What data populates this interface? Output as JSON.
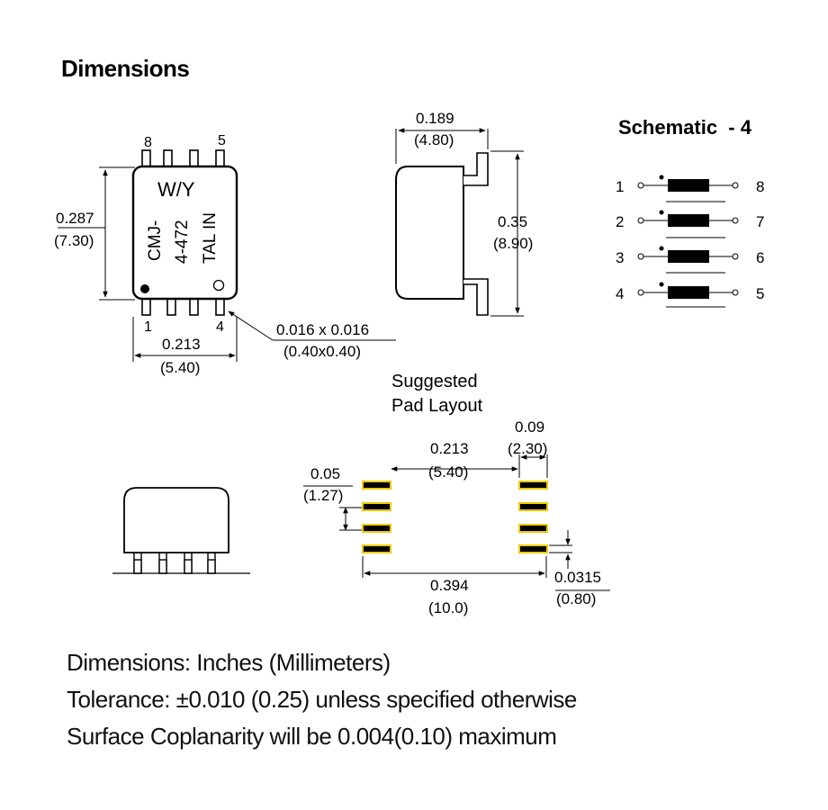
{
  "title": "Dimensions",
  "top_view": {
    "pin_top_left": "8",
    "pin_top_right": "5",
    "pin_bottom_left": "1",
    "pin_bottom_right": "4",
    "logo": "W/Y",
    "marking_lines": [
      "CMJ-",
      "4-472",
      "TAL IN"
    ],
    "height_in": "0.287",
    "height_mm": "(7.30)",
    "width_in": "0.213",
    "width_mm": "(5.40)",
    "pin_size_in": "0.016 x 0.016",
    "pin_size_mm": "(0.40x0.40)"
  },
  "side_view": {
    "depth_in": "0.189",
    "depth_mm": "(4.80)",
    "span_in": "0.35",
    "span_mm": "(8.90)"
  },
  "schematic": {
    "title": "Schematic  - 4",
    "left_pins": [
      "1",
      "2",
      "3",
      "4"
    ],
    "right_pins": [
      "8",
      "7",
      "6",
      "5"
    ]
  },
  "pad_layout": {
    "title_lines": [
      "Suggested",
      "Pad Layout"
    ],
    "pad_width_in": "0.09",
    "pad_width_mm": "(2.30)",
    "row_gap_in": "0.213",
    "row_gap_mm": "(5.40)",
    "pitch_in": "0.05",
    "pitch_mm": "(1.27)",
    "overall_in": "0.394",
    "overall_mm": "(10.0)",
    "pad_height_in": "0.0315",
    "pad_height_mm": "(0.80)",
    "pad_color": "#f0c800"
  },
  "notes": [
    "Dimensions: Inches (Millimeters)",
    "Tolerance: ±0.010 (0.25) unless specified otherwise",
    "Surface Coplanarity will be 0.004(0.10) maximum"
  ]
}
